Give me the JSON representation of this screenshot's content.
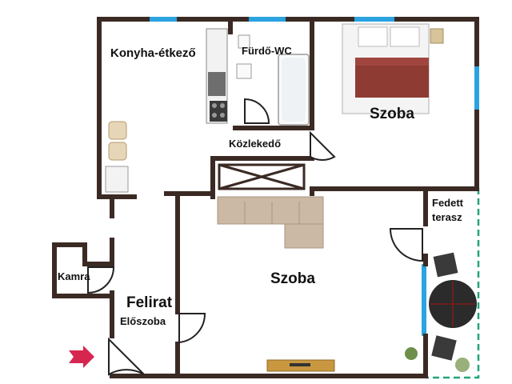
{
  "rooms": {
    "kitchen": "Konyha-étkező",
    "bathroom": "Fürdő-WC",
    "bedroom": "Szoba",
    "corridor": "Közlekedő",
    "covered_terrace_line1": "Fedett",
    "covered_terrace_line2": "terasz",
    "pantry": "Kamra",
    "living_room": "Szoba",
    "caption": "Felirat",
    "hallway": "Előszoba"
  },
  "colors": {
    "wall": "#3b2a24",
    "window": "#2aa3e0",
    "terrace_outline": "#22a37a",
    "entrance_arrow": "#d6264f",
    "bedspread": "#8e3b34",
    "sofa": "#cbb9a6",
    "door": "#222222"
  },
  "icons": {
    "entrance": "entrance-arrow-icon",
    "door": "door-swing-icon",
    "stair": "stair-cross-icon"
  }
}
